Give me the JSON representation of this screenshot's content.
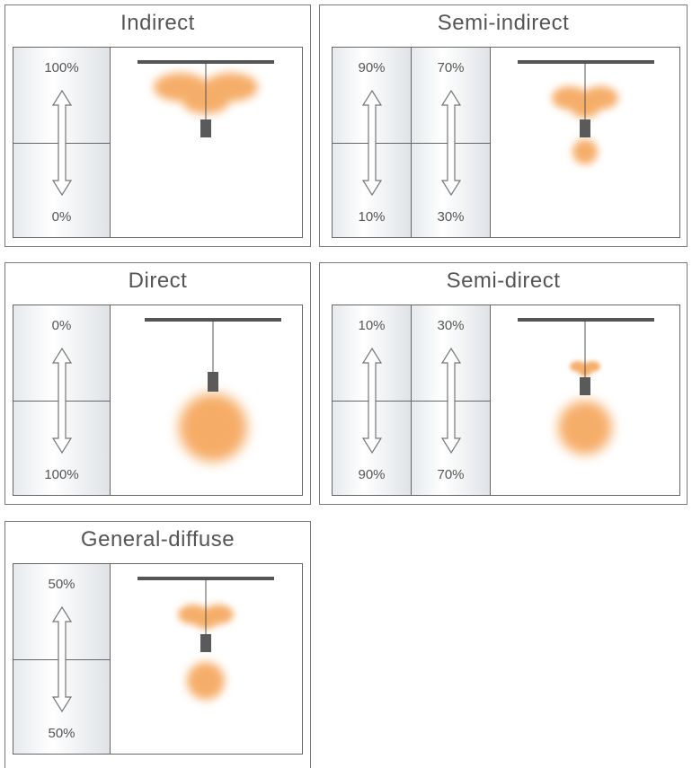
{
  "colors": {
    "glow": "#f5a55a",
    "rod": "#555555",
    "lamp": "#5a5a5a",
    "border": "#666666"
  },
  "panels": [
    {
      "title": "Indirect",
      "columns": [
        {
          "up": "100%",
          "down": "0%"
        }
      ]
    },
    {
      "title": "Semi-indirect",
      "columns": [
        {
          "up": "90%",
          "down": "10%"
        },
        {
          "up": "70%",
          "down": "30%"
        }
      ]
    },
    {
      "title": "Direct",
      "columns": [
        {
          "up": "0%",
          "down": "100%"
        }
      ]
    },
    {
      "title": "Semi-direct",
      "columns": [
        {
          "up": "10%",
          "down": "90%"
        },
        {
          "up": "30%",
          "down": "70%"
        }
      ]
    },
    {
      "title": "General-diffuse",
      "columns": [
        {
          "up": "50%",
          "down": "50%"
        }
      ]
    }
  ]
}
